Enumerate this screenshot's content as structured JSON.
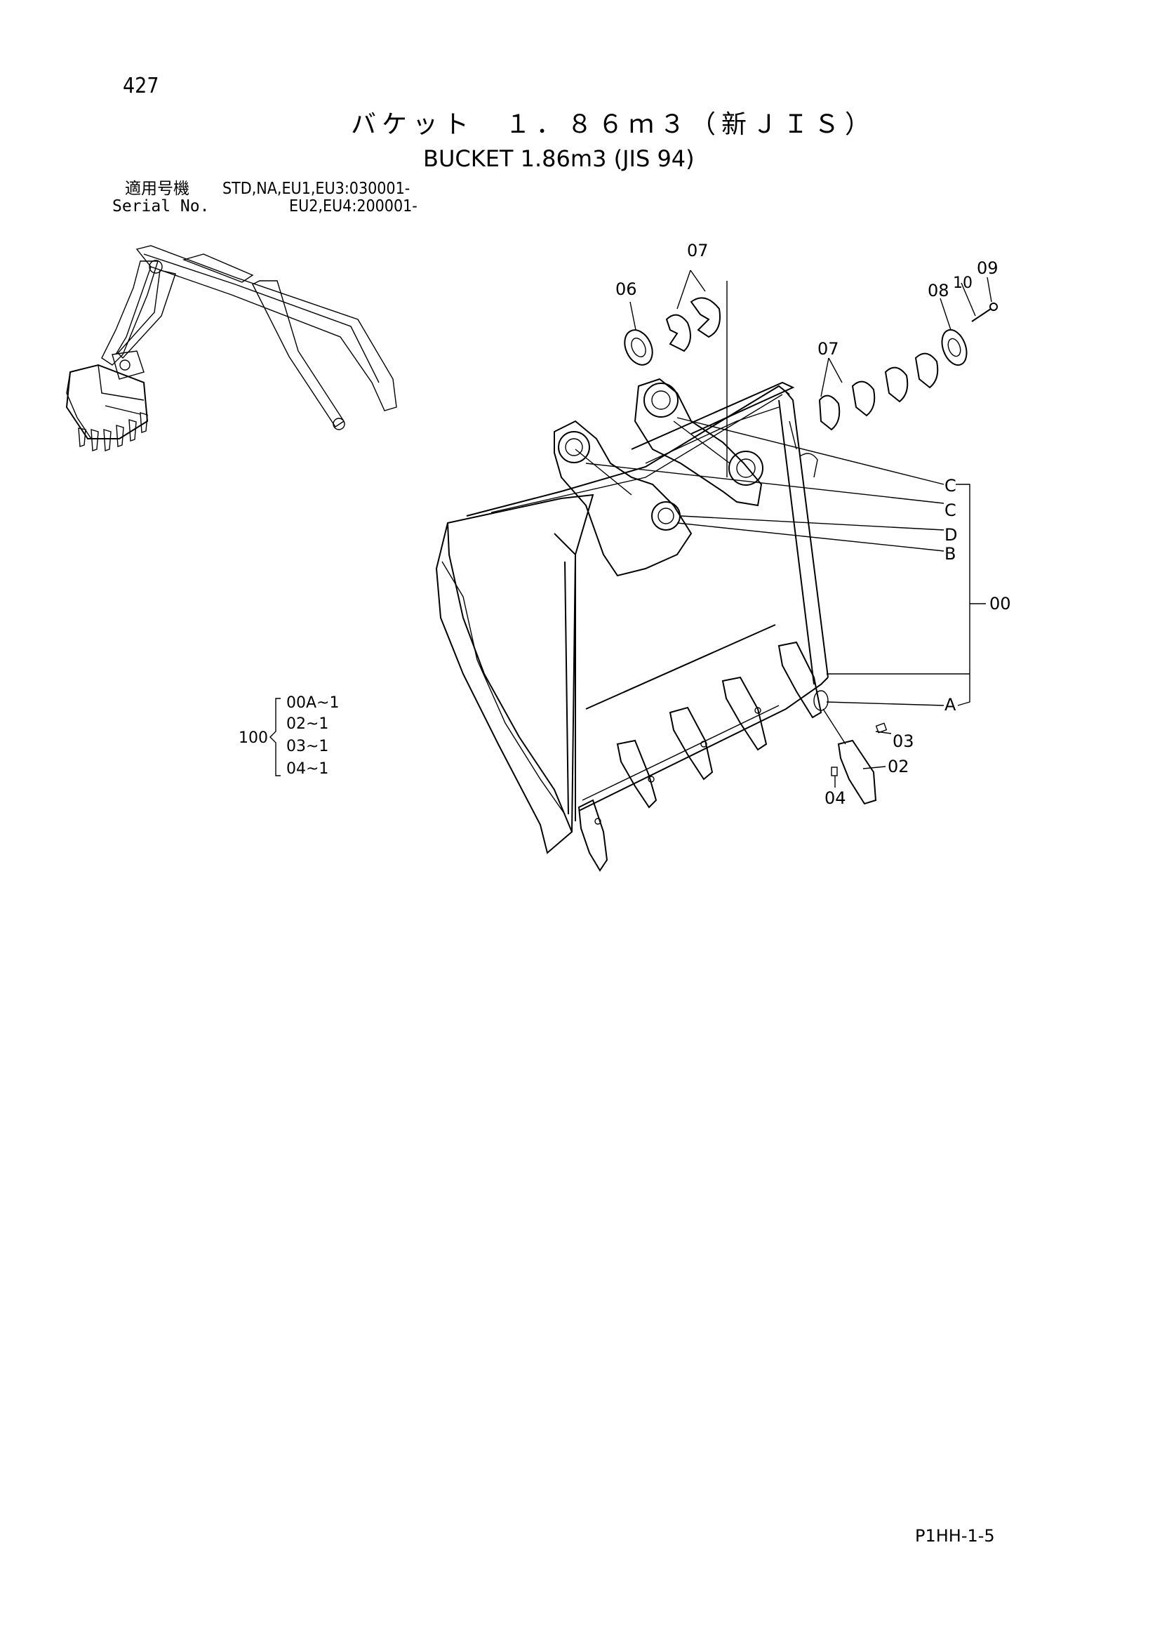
{
  "page": {
    "number": "427",
    "code": "P1HH-1-5"
  },
  "title": {
    "japanese": "バケット　１．８６ｍ３（新ＪＩＳ）",
    "english": "BUCKET 1.86m3 (JIS 94)"
  },
  "serial": {
    "label_jp": "適用号機",
    "label_en": "Serial No.",
    "line1": "STD,NA,EU1,EU3:030001-",
    "line2": "EU2,EU4:200001-"
  },
  "callouts": {
    "c06": "06",
    "c07a": "07",
    "c07b": "07",
    "c08": "08",
    "c09": "09",
    "c10": "10",
    "cC1": "C",
    "cC2": "C",
    "cD": "D",
    "cB": "B",
    "c00": "00",
    "cA": "A",
    "c03": "03",
    "c02": "02",
    "c04": "04"
  },
  "kit": {
    "label": "100",
    "items": [
      "00A~1",
      "02~1",
      "03~1",
      "04~1"
    ]
  },
  "colors": {
    "ink": "#000000",
    "paper": "#ffffff"
  }
}
